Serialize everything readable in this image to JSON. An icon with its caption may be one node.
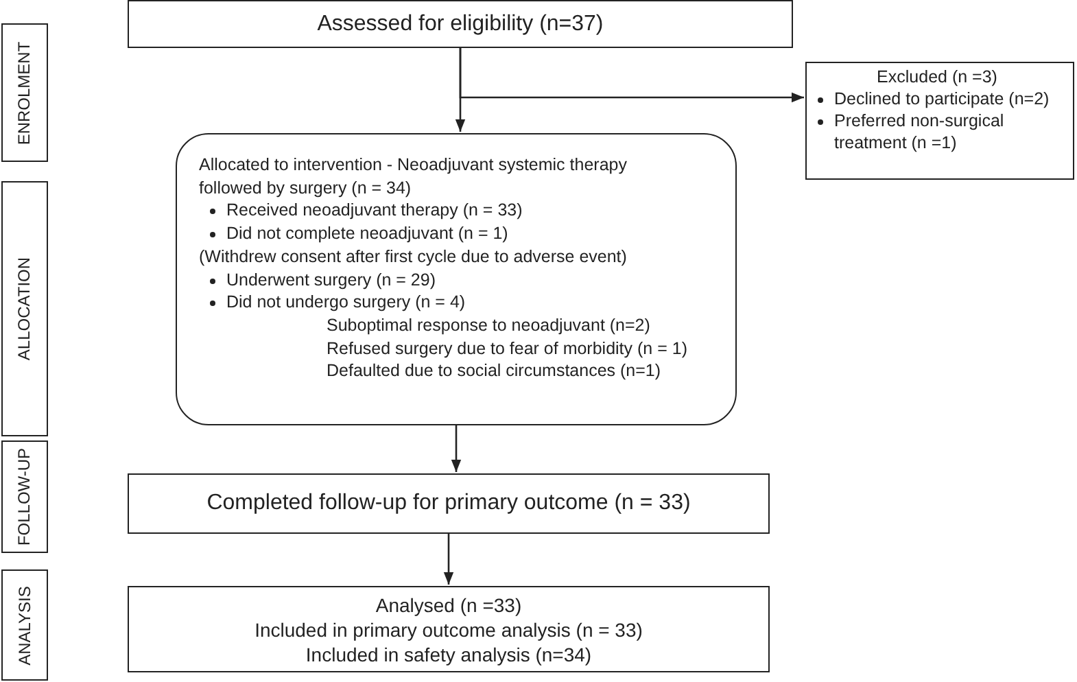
{
  "diagram": {
    "nodes": [
      {
        "text": [
          "Assessed for eligibility (n=37)"
        ]
      },
      {
        "text": [
          "ENROLMENT"
        ]
      },
      {
        "text": [
          "Excluded (n =3)",
          "Declined to participate (n=2)",
          "Preferred non-surgical treatment (n =1)"
        ]
      },
      {
        "text": [
          "ALLOCATION"
        ]
      },
      {
        "text": [
          "Allocated to intervention - Neoadjuvant systemic therapy followed by surgery (n = 34)",
          "Received neoadjuvant therapy (n = 33)",
          "Did not complete neoadjuvant (n = 1)",
          "(Withdrew consent after first cycle due to adverse event)",
          "Underwent surgery (n = 29)",
          "Did not undergo surgery (n = 4)",
          "Suboptimal response to neoadjuvant (n=2)",
          "Refused surgery due to fear of morbidity (n = 1)",
          "Defaulted due to social circumstances (n=1)"
        ]
      },
      {
        "text": [
          "FOLLOW-UP"
        ]
      },
      {
        "text": [
          "Completed follow-up for primary outcome (n = 33)"
        ]
      },
      {
        "text": [
          "ANALYSIS"
        ]
      },
      {
        "text": [
          "Analysed (n =33)",
          "Included in primary outcome analysis (n = 33)",
          "Included in safety analysis (n=34)"
        ]
      }
    ],
    "edges": [
      {
        "from": 0,
        "to": 4,
        "arrow": "to"
      },
      {
        "from": 0,
        "to": 2,
        "arrow": "to"
      },
      {
        "from": 4,
        "to": 6,
        "arrow": "to"
      },
      {
        "from": 6,
        "to": 8,
        "arrow": "to"
      }
    ]
  }
}
